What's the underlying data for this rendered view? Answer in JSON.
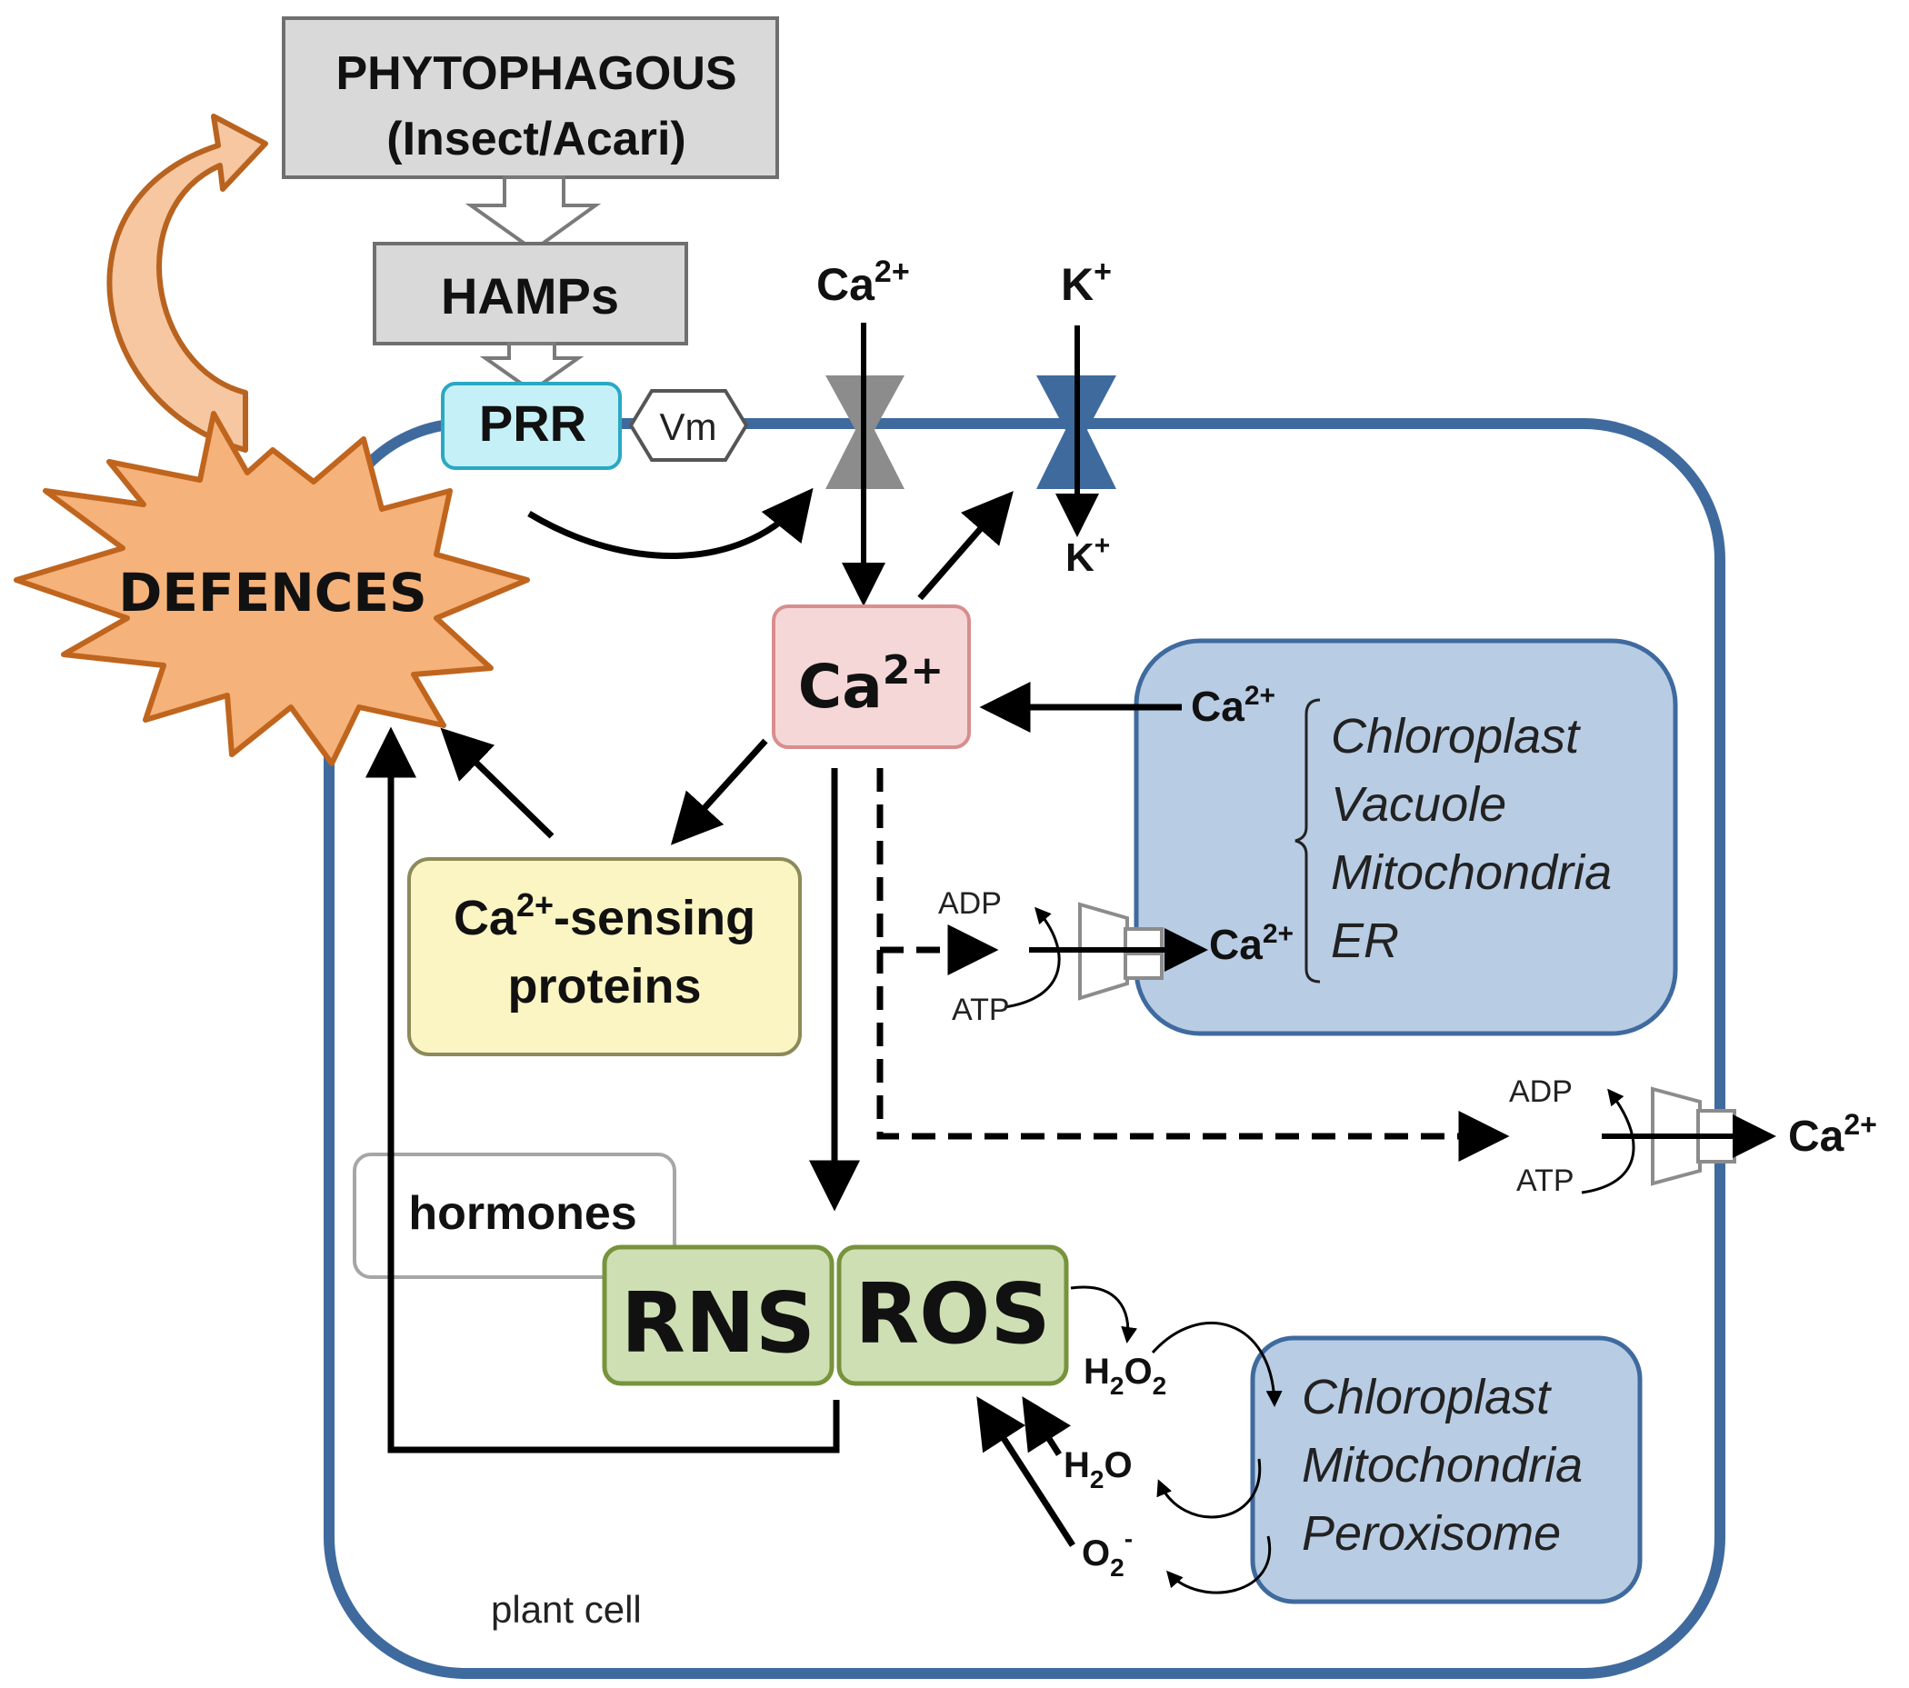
{
  "phytophagous": {
    "title": "PHYTOPHAGOUS",
    "subtitle": "(Insect/Acari)"
  },
  "hamps": "HAMPs",
  "prr": "PRR",
  "vm": "Vm",
  "defences": "DEFENCES",
  "ion_labels": {
    "ca_in_base": "Ca",
    "ca_in_sup": "2+",
    "k_in_base": "K",
    "k_in_sup": "+",
    "k_out_base": "K",
    "k_out_sup": "+"
  },
  "ca_central": {
    "base": "Ca",
    "sup": "2+"
  },
  "sensing": {
    "base": "Ca",
    "sup": "2+",
    "rest": "-sensing",
    "line2": "proteins"
  },
  "hormones": "hormones",
  "rns": "RNS",
  "ros": "ROS",
  "organelles_ca": {
    "ca_release_base": "Ca",
    "ca_release_sup": "2+",
    "ca_uptake_base": "Ca",
    "ca_uptake_sup": "2+",
    "items": [
      "Chloroplast",
      "Vacuole",
      "Mitochondria",
      "ER"
    ]
  },
  "pump_inner": {
    "adp": "ADP",
    "atp": "ATP"
  },
  "pump_outer": {
    "adp": "ADP",
    "atp": "ATP",
    "ca_base": "Ca",
    "ca_sup": "2+"
  },
  "ros_sources": [
    "Chloroplast",
    "Mitochondria",
    "Peroxisome"
  ],
  "species": {
    "h2o2": {
      "a": "H",
      "s1": "2",
      "b": "O",
      "s2": "2"
    },
    "h2o": {
      "a": "H",
      "s1": "2",
      "b": "O"
    },
    "o2": {
      "a": "O",
      "s1": "2",
      "sup": "-"
    }
  },
  "plant_cell": "plant cell",
  "colors": {
    "membrane": "#3f6a9e",
    "organelle_fill": "#b8cce4",
    "defence_fill": "#f5b27a",
    "defence_stroke": "#c0651e",
    "prr_fill": "#c5f0f7",
    "ca_box_fill": "#f5d7d7",
    "sensing_fill": "#fbf5c3",
    "green_fill": "#cfdfb4"
  }
}
